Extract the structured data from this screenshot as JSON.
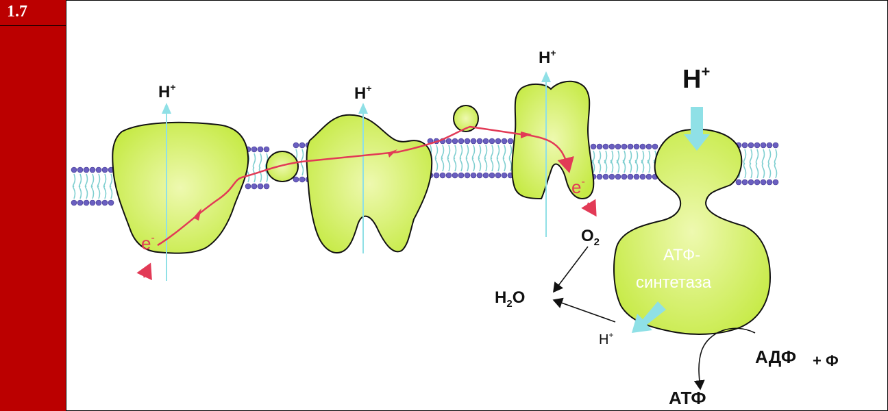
{
  "slide": {
    "number": "1.7"
  },
  "labels": {
    "h1": "H",
    "h1_sup": "+",
    "h2": "H",
    "h2_sup": "+",
    "h3": "H",
    "h3_sup": "+",
    "h4": "H",
    "h4_sup": "+",
    "h5": "H",
    "h5_sup": "+",
    "e1": "e",
    "e1_sup": "-",
    "e2": "e",
    "e2_sup": "-",
    "o2": "O",
    "o2_sub": "2",
    "h2o_h": "H",
    "h2o_sub": "2",
    "h2o_o": "O",
    "synthase_line1": "АТФ-",
    "synthase_line2": "синтетаза",
    "adp": "АДФ",
    "plus_f": "+ Ф",
    "atp": "АТФ"
  },
  "colors": {
    "protein": "#c9ec4a",
    "protein_light": "#eaf9a6",
    "proton_arrow": "#8fe0e6",
    "electron_path": "#e23a56",
    "membrane_head": "#6a5fc0",
    "membrane_tail": "#7fcfd0",
    "sidebar": "#bb0000"
  }
}
